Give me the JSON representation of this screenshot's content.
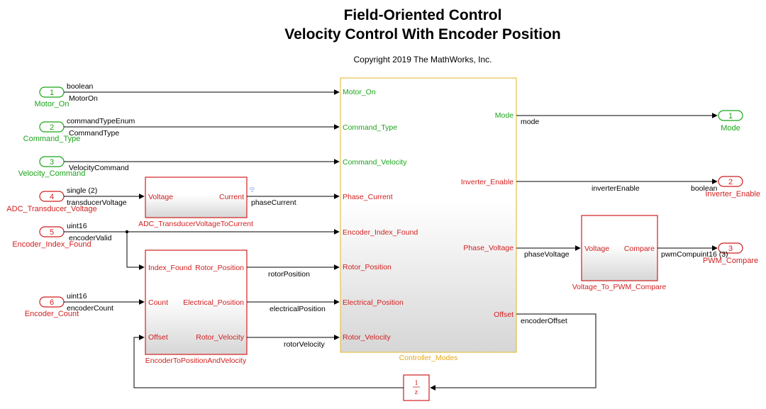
{
  "title_line1": "Field-Oriented Control",
  "title_line2": "Velocity Control With Encoder Position",
  "copyright": "Copyright 2019 The MathWorks, Inc.",
  "colors": {
    "inport_green": "#1aa51a",
    "port_red": "#d21f1f",
    "subsystem_yellow": "#e6c04a"
  },
  "inports": [
    {
      "num": "1",
      "name": "Motor_On"
    },
    {
      "num": "2",
      "name": "Command_Type"
    },
    {
      "num": "3",
      "name": "Velocity_Command"
    },
    {
      "num": "4",
      "name": "ADC_Transducer_Voltage"
    },
    {
      "num": "5",
      "name": "Encoder_Index_Found"
    },
    {
      "num": "6",
      "name": "Encoder_Count"
    }
  ],
  "outports": [
    {
      "num": "1",
      "name": "Mode"
    },
    {
      "num": "2",
      "name": "Inverter_Enable"
    },
    {
      "num": "3",
      "name": "PWM_Compare"
    }
  ],
  "controller": {
    "name": "Controller_Modes",
    "inputs": [
      "Motor_On",
      "Command_Type",
      "Command_Velocity",
      "Phase_Current",
      "Encoder_Index_Found",
      "Rotor_Position",
      "Electrical_Position",
      "Rotor_Velocity"
    ],
    "outputs": [
      "Mode",
      "Inverter_Enable",
      "Phase_Voltage",
      "Offset"
    ]
  },
  "adc_block": {
    "name": "ADC_TransducerVoltageToCurrent",
    "input": "Voltage",
    "output": "Current"
  },
  "encoder_block": {
    "name": "EncoderToPositionAndVelocity",
    "inputs": [
      "Index_Found",
      "Count",
      "Offset"
    ],
    "outputs": [
      "Rotor_Position",
      "Electrical_Position",
      "Rotor_Velocity"
    ]
  },
  "pwm_block": {
    "name": "Voltage_To_PWM_Compare",
    "input": "Voltage",
    "output": "Compare"
  },
  "delay_block": {
    "numerator": "1",
    "denominator": "z"
  },
  "signals": {
    "motor_on_type": "boolean",
    "motor_on_name": "MotorOn",
    "command_type_type": "commandTypeEnum",
    "command_type_name": "CommandType",
    "velocity_command_name": "VelocityCommand",
    "adc_type": "single (2)",
    "adc_name": "transducerVoltage",
    "phase_current": "phaseCurrent",
    "encoder_valid_type": "uint16",
    "encoder_valid_name": "encoderValid",
    "encoder_count_type": "uint16",
    "encoder_count_name": "encoderCount",
    "rotor_position": "rotorPosition",
    "electrical_position": "electricalPosition",
    "rotor_velocity": "rotorVelocity",
    "mode": "mode",
    "inverter_enable": "inverterEnable",
    "inverter_enable_type": "boolean",
    "phase_voltage": "phaseVoltage",
    "pwm_compare_overlap": "pwmCompuint16 (3)",
    "encoder_offset": "encoderOffset"
  }
}
